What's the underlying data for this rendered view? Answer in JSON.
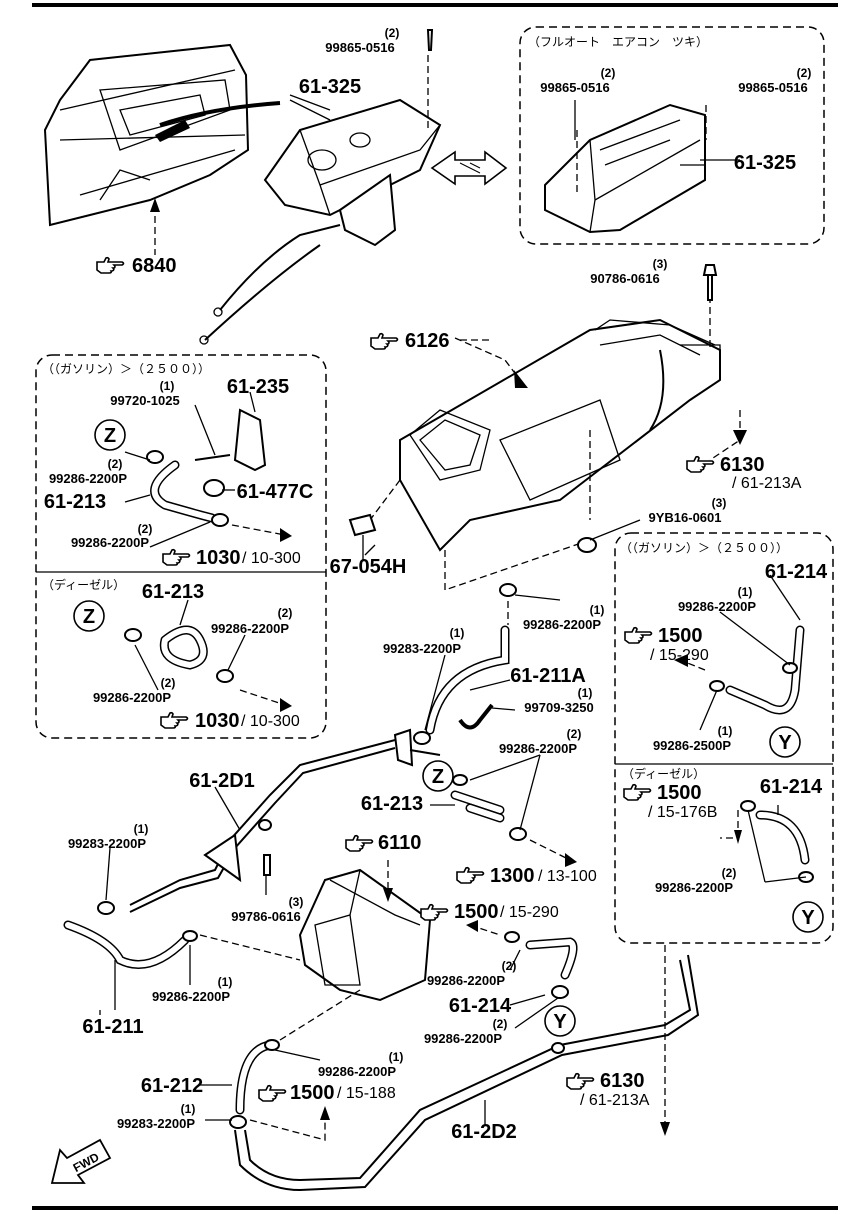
{
  "headers": {
    "full_auto": "（フルオート　エアコン　ツキ）",
    "gasoline_left": "（（ガソリン）＞（２５００））",
    "diesel_left": "（ディーゼル）",
    "gasoline_right": "（（ガソリン）＞（２５００））",
    "diesel_right": "（ディーゼル）"
  },
  "labels": {
    "q2a": "(2)",
    "b9986505a": "99865-0516",
    "q2b": "(2)",
    "b9986505b": "99865-0516",
    "q2c": "(2)",
    "b9986505c": "99865-0516",
    "p61325a": "61-325",
    "p61325b": "61-325",
    "q3a": "(3)",
    "b90786": "90786-0616",
    "q1a": "(1)",
    "b99720": "99720-1025",
    "p61235": "61-235",
    "q2d": "(2)",
    "c1": "99286-2200P",
    "p61213a": "61-213",
    "p61477c": "61-477C",
    "q2e": "(2)",
    "c2": "99286-2200P",
    "p61213b": "61-213",
    "q2f": "(2)",
    "c3": "99286-2200P",
    "q2g": "(2)",
    "c4": "99286-2200P",
    "p67054h": "67-054H",
    "q3b": "(3)",
    "b9yb16": "9YB16-0601",
    "q1b": "(1)",
    "c5": "99286-2200P",
    "q1c": "(1)",
    "c6": "99283-2200P",
    "p61211a": "61-211A",
    "q1d": "(1)",
    "b99709": "99709-3250",
    "q2h": "(2)",
    "c7": "99286-2200P",
    "p61214a": "61-214",
    "q1e": "(1)",
    "c8": "99286-2200P",
    "q1f": "(1)",
    "c9": "99286-2500P",
    "p61214b": "61-214",
    "q2i": "(2)",
    "c10": "99286-2200P",
    "p612d1": "61-2D1",
    "q1g": "(1)",
    "c11": "99283-2200P",
    "p61213c": "61-213",
    "q3c": "(3)",
    "b99786": "99786-0616",
    "q1h": "(1)",
    "c12": "99286-2200P",
    "p61211": "61-211",
    "q2j": "(2)",
    "c13": "99286-2200P",
    "p61214c": "61-214",
    "q2k": "(2)",
    "c14": "99286-2200P",
    "q1i": "(1)",
    "c15": "99286-2200P",
    "p61212": "61-212",
    "q1j": "(1)",
    "c16": "99283-2200P",
    "p612d2": "61-2D2",
    "fwd": "FWD"
  },
  "refs": {
    "r6840": "6840",
    "r6126": "6126",
    "r6130a": "6130",
    "r6130a_sub": "/ 61-213A",
    "r1030a": "1030",
    "r1030a_sub": "/ 10-300",
    "r1030b": "1030",
    "r1030b_sub": "/ 10-300",
    "r1500a": "1500",
    "r1500a_sub": "/ 15-290",
    "r1500b": "1500",
    "r1500b_sub": "/ 15-176B",
    "r6110": "6110",
    "r1300": "1300",
    "r1300_sub": "/ 13-100",
    "r1500c": "1500",
    "r1500c_sub": "/ 15-290",
    "r1500d": "1500",
    "r1500d_sub": "/ 15-188",
    "r6130b": "6130",
    "r6130b_sub": "/ 61-213A"
  },
  "callouts": {
    "z1": "Z",
    "z2": "Z",
    "z3": "Z",
    "y1": "Y",
    "y2": "Y",
    "y3": "Y"
  },
  "icons": [
    "pointing-hand-icon",
    "double-arrow-icon",
    "fwd-arrow-icon"
  ]
}
